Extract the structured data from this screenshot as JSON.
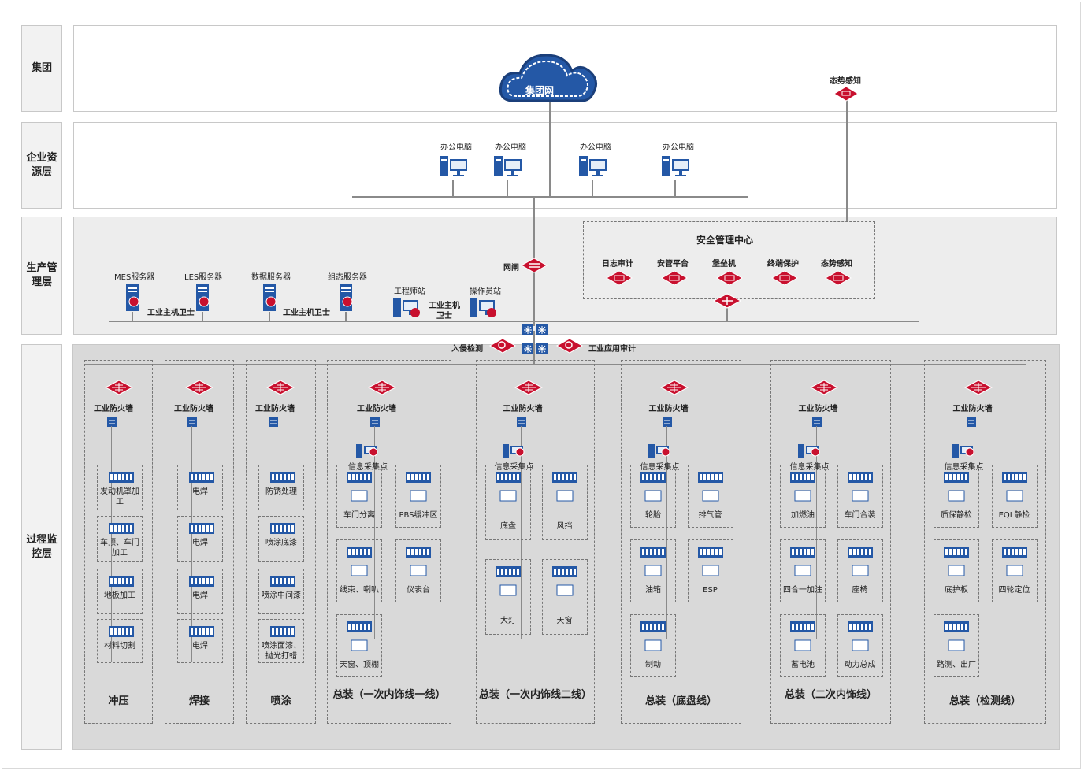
{
  "layers": {
    "group": "集团",
    "erp": "企业资源层",
    "mes": "生产管理层",
    "process": "过程监控层"
  },
  "cloud": "集团网",
  "situational_top": "态势感知",
  "office_pcs": [
    "办公电脑",
    "办公电脑",
    "办公电脑",
    "办公电脑"
  ],
  "servers": [
    "MES服务器",
    "LES服务器",
    "数据服务器",
    "组态服务器"
  ],
  "host_guard": "工业主机卫士",
  "host_guard_split": [
    "工业主机",
    "卫士"
  ],
  "workstations": [
    "工程师站",
    "操作员站"
  ],
  "gateway": "网闸",
  "soc": {
    "title": "安全管理中心",
    "items": [
      "日志审计",
      "安管平台",
      "堡垒机",
      "终端保护",
      "态势感知"
    ]
  },
  "intrusion": "入侵检测",
  "audit": "工业应用审计",
  "firewall": "工业防火墙",
  "info_point": "信息采集点",
  "zones": [
    {
      "title": "冲压",
      "items": [
        "发动机罩加工",
        "车顶、车门加工",
        "地板加工",
        "材料切割"
      ]
    },
    {
      "title": "焊接",
      "items": [
        "电焊",
        "电焊",
        "电焊",
        "电焊"
      ]
    },
    {
      "title": "喷涂",
      "items": [
        "防锈处理",
        "喷涂底漆",
        "喷涂中间漆",
        "喷涂面漆、抛光打蜡"
      ]
    },
    {
      "title": "总装（一次内饰线一线）",
      "items": [
        "车门分离",
        "PBS缓冲区",
        "线束、喇叭",
        "仪表台",
        "天窗、顶棚"
      ]
    },
    {
      "title": "总装（一次内饰线二线）",
      "items": [
        "底盘",
        "风挡",
        "大灯",
        "天窗"
      ]
    },
    {
      "title": "总装（底盘线）",
      "items": [
        "轮胎",
        "排气管",
        "油箱",
        "ESP",
        "制动"
      ]
    },
    {
      "title": "总装（二次内饰线）",
      "items": [
        "加燃油",
        "车门合装",
        "四合一加注",
        "座椅",
        "蓄电池",
        "动力总成"
      ]
    },
    {
      "title": "总装（检测线）",
      "items": [
        "质保静检",
        "EQL静检",
        "底护板",
        "四轮定位",
        "路测、出厂"
      ]
    }
  ]
}
